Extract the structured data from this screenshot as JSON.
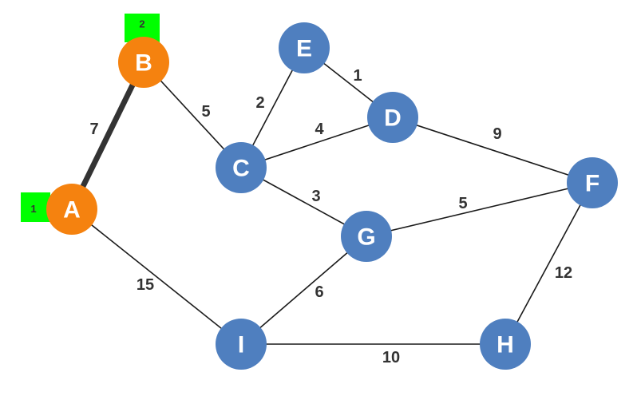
{
  "colors": {
    "visited_node": "#f5820f",
    "unvisited_node": "#4f7fbf",
    "badge": "#00ff00",
    "edge": "#1a1a1a",
    "selected_edge": "#333333",
    "weight_text": "#333333"
  },
  "nodes": [
    {
      "id": "A",
      "label": "A",
      "state": "visited",
      "order": "1"
    },
    {
      "id": "B",
      "label": "B",
      "state": "visited",
      "order": "2"
    },
    {
      "id": "C",
      "label": "C",
      "state": "unvisited"
    },
    {
      "id": "D",
      "label": "D",
      "state": "unvisited"
    },
    {
      "id": "E",
      "label": "E",
      "state": "unvisited"
    },
    {
      "id": "F",
      "label": "F",
      "state": "unvisited"
    },
    {
      "id": "G",
      "label": "G",
      "state": "unvisited"
    },
    {
      "id": "H",
      "label": "H",
      "state": "unvisited"
    },
    {
      "id": "I",
      "label": "I",
      "state": "unvisited"
    }
  ],
  "edges": [
    {
      "from": "A",
      "to": "B",
      "weight": "7",
      "selected": true
    },
    {
      "from": "A",
      "to": "I",
      "weight": "15",
      "selected": false
    },
    {
      "from": "B",
      "to": "C",
      "weight": "5",
      "selected": false
    },
    {
      "from": "C",
      "to": "E",
      "weight": "2",
      "selected": false
    },
    {
      "from": "C",
      "to": "D",
      "weight": "4",
      "selected": false
    },
    {
      "from": "C",
      "to": "G",
      "weight": "3",
      "selected": false
    },
    {
      "from": "E",
      "to": "D",
      "weight": "1",
      "selected": false
    },
    {
      "from": "D",
      "to": "F",
      "weight": "9",
      "selected": false
    },
    {
      "from": "G",
      "to": "F",
      "weight": "5",
      "selected": false
    },
    {
      "from": "G",
      "to": "I",
      "weight": "6",
      "selected": false
    },
    {
      "from": "I",
      "to": "H",
      "weight": "10",
      "selected": false
    },
    {
      "from": "F",
      "to": "H",
      "weight": "12",
      "selected": false
    }
  ]
}
